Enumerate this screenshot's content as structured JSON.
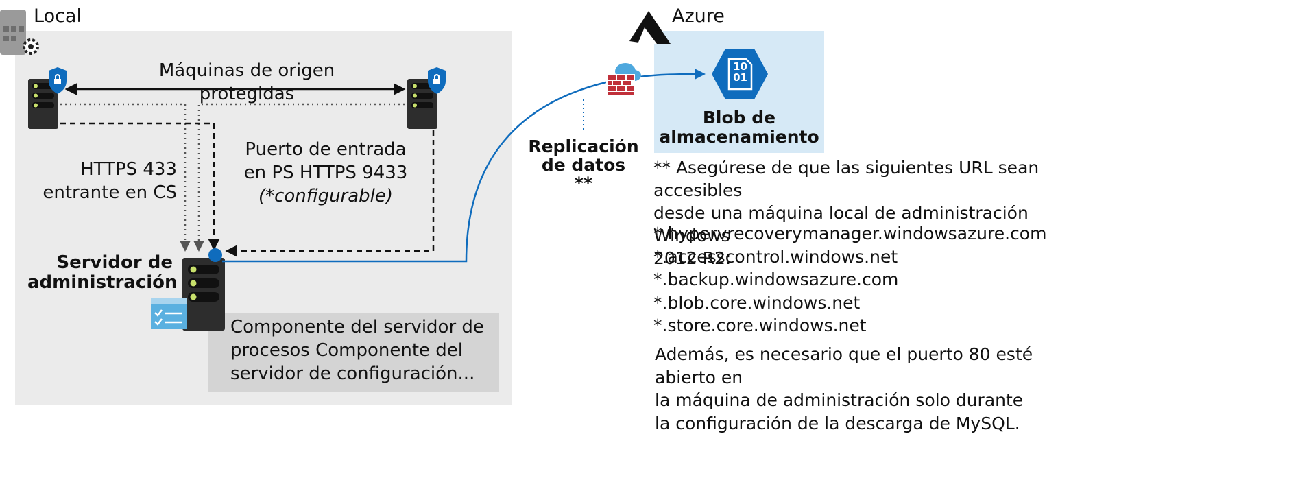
{
  "local": {
    "label": "Local"
  },
  "azure": {
    "label": "Azure"
  },
  "protected_sources": {
    "label": "Máquinas de origen protegidas"
  },
  "https_433": {
    "line1": "HTTPS 433",
    "line2": "entrante en CS"
  },
  "ps_port": {
    "line1": "Puerto de entrada",
    "line2": "en PS HTTPS 9433",
    "line3": "(*configurable)"
  },
  "management_server": {
    "line1": "Servidor de",
    "line2": "administración"
  },
  "components_box": {
    "line1": "Componente del servidor de",
    "line2": "procesos Componente del",
    "line3": "servidor de configuración..."
  },
  "replication": {
    "line1": "Replicación",
    "line2": "de datos",
    "line3": "**"
  },
  "blob": {
    "line1": "Blob de",
    "line2": "almacenamiento",
    "icon_line1": "10",
    "icon_line2": "01"
  },
  "notes": {
    "intro_line1": "** Asegúrese de que las siguientes URL sean accesibles",
    "intro_line2": "desde una máquina local de administración Windows",
    "intro_line3": "2012 R2:",
    "urls": [
      "*.hypervrecoverymanager.windowsazure.com",
      "*.accesscontrol.windows.net",
      "*.backup.windowsazure.com",
      "*.blob.core.windows.net",
      "*.store.core.windows.net"
    ],
    "extra_line1": "Además, es necesario que el puerto 80 esté abierto en",
    "extra_line2": "la máquina de administración solo durante",
    "extra_line3": "la configuración de la descarga de MySQL."
  },
  "colors": {
    "local_bg": "#ebebeb",
    "azure_bg": "#d6e9f6",
    "component_bg": "#d4d4d4",
    "accent_blue": "#0f6cbd",
    "server_dark": "#2d2d2d",
    "led_green": "#c8e06c",
    "firewall_red": "#c0303a",
    "cloud_blue": "#4ea8de"
  }
}
